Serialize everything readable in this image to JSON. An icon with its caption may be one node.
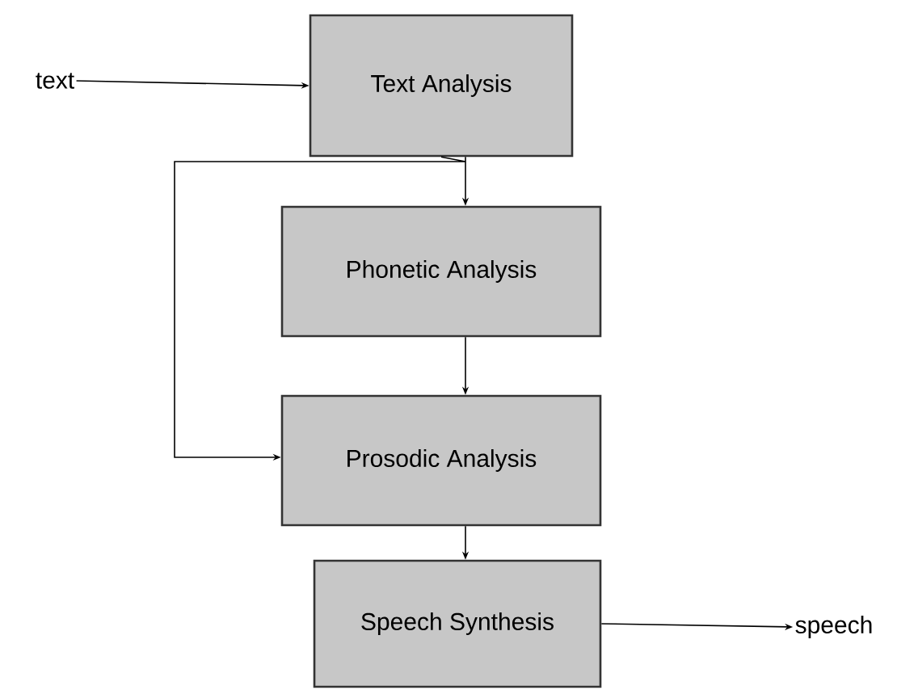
{
  "diagram": {
    "nodes": [
      {
        "text": [
          "text"
        ]
      },
      {
        "text": [
          "Text Analysis"
        ]
      },
      {
        "text": [
          "Phonetic Analysis"
        ]
      },
      {
        "text": [
          "Prosodic Analysis"
        ]
      },
      {
        "text": [
          "Speech Synthesis"
        ]
      },
      {
        "text": [
          "speech"
        ]
      }
    ],
    "edges": [
      {
        "from": 0,
        "to": 1,
        "arrow": "to"
      },
      {
        "from": 1,
        "to": 2,
        "arrow": "to"
      },
      {
        "from": 1,
        "to": 3,
        "arrow": "to"
      },
      {
        "from": 2,
        "to": 3,
        "arrow": "to"
      },
      {
        "from": 3,
        "to": 4,
        "arrow": "to"
      },
      {
        "from": 4,
        "to": 5,
        "arrow": "to"
      }
    ]
  }
}
